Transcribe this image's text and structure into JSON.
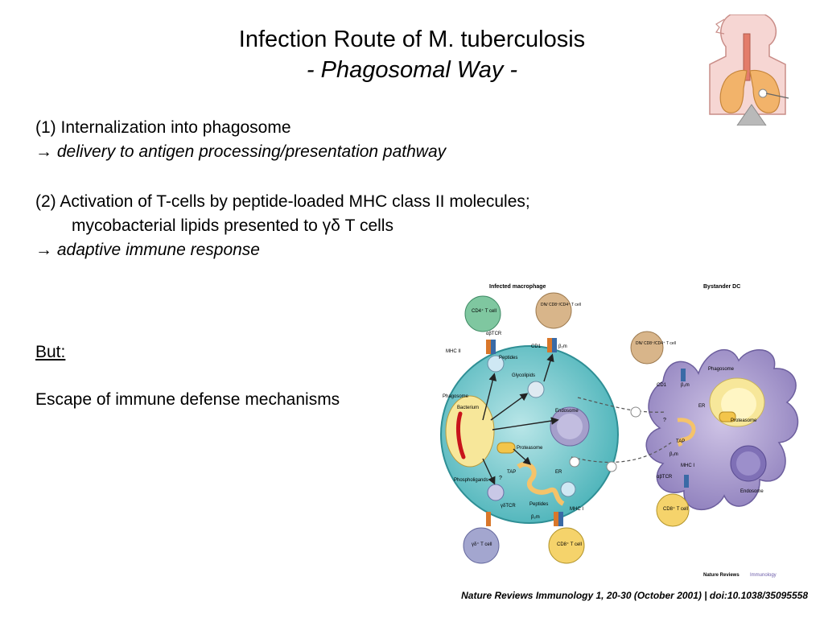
{
  "slide": {
    "title_line1": "Infection Route of M. tuberculosis",
    "title_line2": "- Phagosomal Way -",
    "point1_line1": "(1) Internalization into phagosome",
    "point1_arrow": "→",
    "point1_line2": "delivery to antigen processing/presentation pathway",
    "point2_line1": "(2) Activation of T-cells by peptide-loaded MHC class II molecules;",
    "point2_line2": "mycobacterial lipids presented to γδ T cells",
    "point2_arrow": "→",
    "point2_line3": "adaptive immune response",
    "but_label": "But:",
    "escape_text": "Escape of immune defense mechanisms",
    "citation": "Nature Reviews Immunology 1, 20-30 (October 2001) | doi:10.1038/35095558"
  },
  "figure": {
    "heading_left": "Infected macrophage",
    "heading_right": "Bystander DC",
    "labels": {
      "cd4_tcell": "CD4⁺ T cell",
      "dn_cd8_cd4_left": "DN/ CD8⁺/CD4⁺ T cell",
      "dn_cd8_cd4_right": "DN/ CD8⁺/CD4⁺ T cell",
      "cd8_tcell_left": "CD8⁺ T cell",
      "cd8_tcell_right": "CD8⁺ T cell",
      "gd_tcell": "γδ⁺ T cell",
      "abtcr_top": "αβTCR",
      "abtcr_right": "αβTCR",
      "gdtcr": "γδTCR",
      "mhc2": "MHC II",
      "cd1_left": "CD1",
      "cd1_right": "CD1",
      "b2m_top": "β₂m",
      "b2m_bottom": "β₂m",
      "b2m_dc1": "β₂m",
      "b2m_dc2": "β₂m",
      "peptides_top": "Peptides",
      "peptides_bottom": "Peptides",
      "glycolipids": "Glycolipids",
      "phagosome_left": "Phagosome",
      "phagosome_right": "Phagosome",
      "bacterium": "Bacterium",
      "endosome_left": "Endosome",
      "endosome_right": "Endosome",
      "proteasome_left": "Proteasome",
      "proteasome_right": "Proteasome",
      "tap_left": "TAP",
      "tap_right": "TAP",
      "er_left": "ER",
      "er_right": "ER",
      "phospholigands": "Phospholigands",
      "mhc1_left": "MHC I",
      "mhc1_right": "MHC I",
      "question": "?"
    },
    "credit": "Nature Reviews",
    "credit_sub": "Immunology"
  },
  "colors": {
    "macrophage": "#5bbfc4",
    "dc": "#a99ccb",
    "cd4": "#7fc7a0",
    "cd8": "#f5d36b",
    "dn": "#d8b58a",
    "gd": "#a3a6cf",
    "bacterium": "#c8141b"
  }
}
